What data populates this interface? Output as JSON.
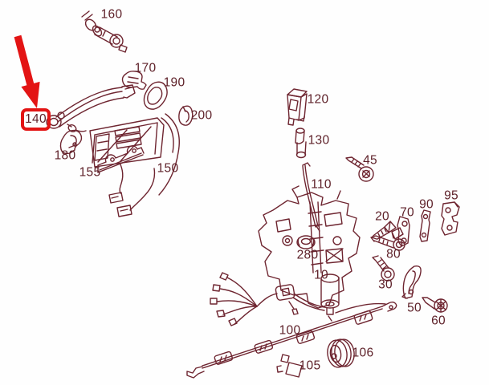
{
  "diagram": {
    "type": "exploded-parts-diagram",
    "subject": "door lock and exterior door handle assembly",
    "colors": {
      "background": "#fefefe",
      "line_color": "#6e2530",
      "label_color": "#5e2129",
      "highlight_color": "#e31414"
    },
    "highlight": {
      "highlighted_part_label": "140",
      "annotation": "red arrow pointing to red box around part 140"
    },
    "parts": [
      {
        "label": "160"
      },
      {
        "label": "170"
      },
      {
        "label": "190"
      },
      {
        "label": "200"
      },
      {
        "label": "140"
      },
      {
        "label": "180"
      },
      {
        "label": "155"
      },
      {
        "label": "150"
      },
      {
        "label": "120"
      },
      {
        "label": "130"
      },
      {
        "label": "45"
      },
      {
        "label": "110"
      },
      {
        "label": "20"
      },
      {
        "label": "70"
      },
      {
        "label": "90"
      },
      {
        "label": "95"
      },
      {
        "label": "80"
      },
      {
        "label": "280"
      },
      {
        "label": "10"
      },
      {
        "label": "30"
      },
      {
        "label": "50"
      },
      {
        "label": "60"
      },
      {
        "label": "100"
      },
      {
        "label": "106"
      },
      {
        "label": "105"
      }
    ]
  }
}
